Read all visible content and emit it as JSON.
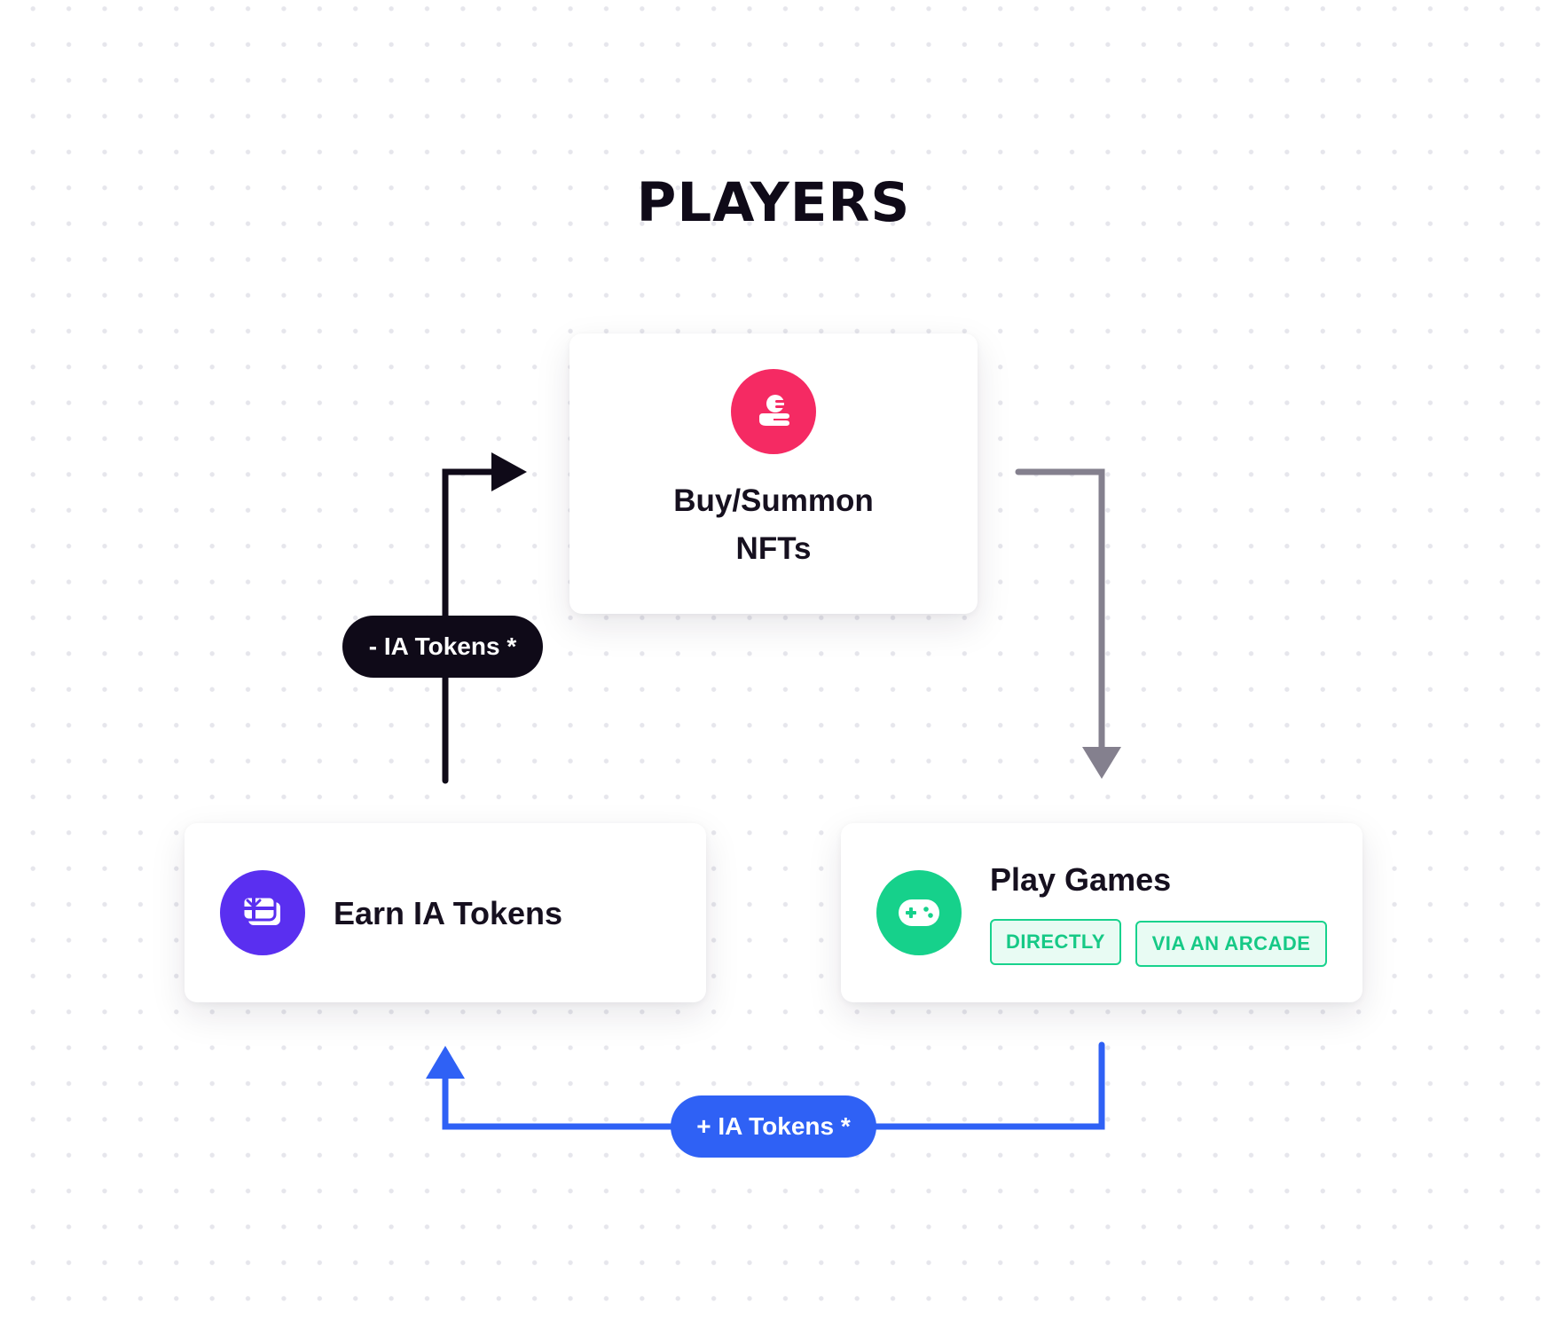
{
  "title": "PLAYERS",
  "nodes": {
    "buy_summon": {
      "label_line1": "Buy/Summon",
      "label_line2": "NFTs",
      "icon": "coin-hand-icon",
      "icon_color": "#f52a63"
    },
    "earn": {
      "label": "Earn IA Tokens",
      "icon": "gift-card-icon",
      "icon_color": "#5a2ff0"
    },
    "play": {
      "label": "Play Games",
      "icon": "gamepad-icon",
      "icon_color": "#16d18b",
      "tags": [
        "DIRECTLY",
        "VIA AN ARCADE"
      ]
    }
  },
  "edges": {
    "spend": {
      "label": "- IA Tokens *",
      "color": "#0f0a18"
    },
    "earn": {
      "label": "+ IA Tokens *",
      "color": "#2f61f5"
    },
    "play_arrow_color": "#84808e"
  }
}
